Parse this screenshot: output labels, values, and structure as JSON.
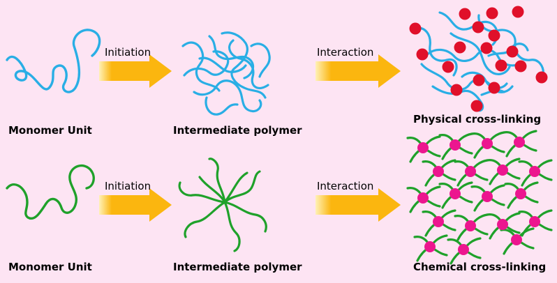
{
  "colors": {
    "background": "#fde4f3",
    "physical_chain": "#29aee5",
    "chemical_chain": "#1fa12a",
    "physical_node": "#e0102a",
    "chemical_node": "#ec168f",
    "arrow": "#fbb60f"
  },
  "rows": [
    {
      "monomer_label": "Monomer Unit",
      "step1_label": "Initiation",
      "intermediate_label": "Intermediate polymer",
      "step2_label": "Interaction",
      "result_label": "Physical cross-linking"
    },
    {
      "monomer_label": "Monomer Unit",
      "step1_label": "Initiation",
      "intermediate_label": "Intermediate polymer",
      "step2_label": "Interaction",
      "result_label": "Chemical cross-linking"
    }
  ]
}
